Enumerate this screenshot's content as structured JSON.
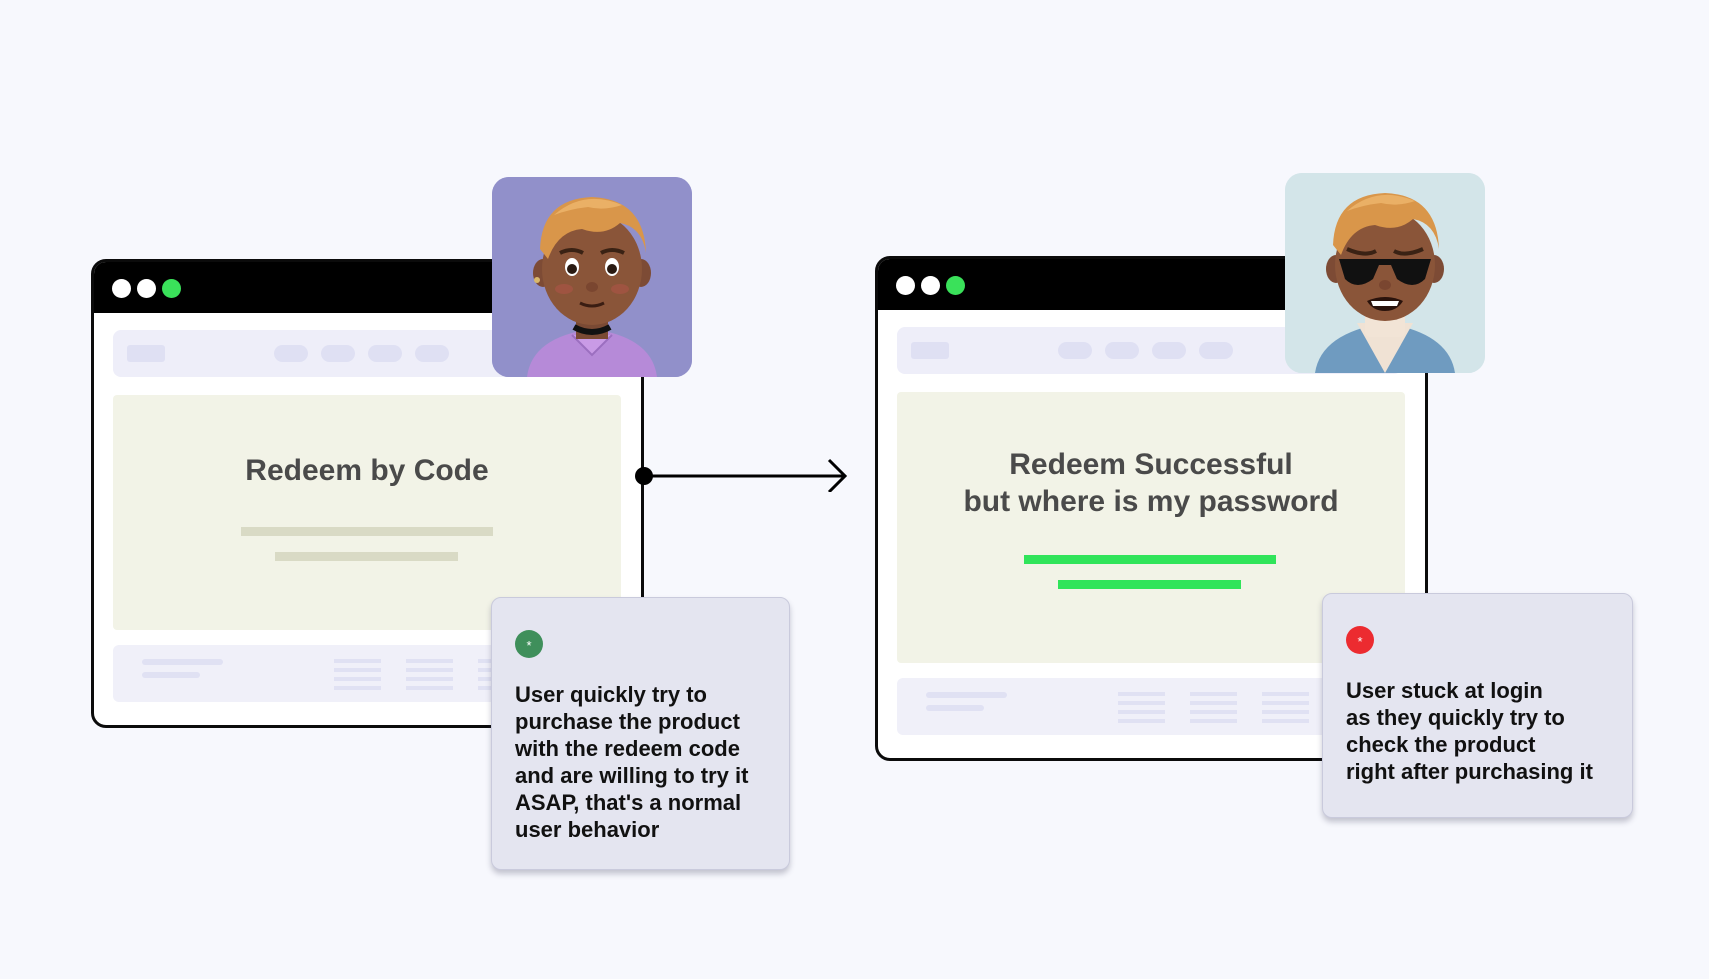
{
  "colors": {
    "background": "#f7f8fd",
    "traffic_light_green": "#3ae15a",
    "success_bar": "#30e45a",
    "neutral_bar": "#d9dac5",
    "badge_green": "#3f8f5b",
    "badge_red": "#ec2b30",
    "avatar1_bg": "#9190ca",
    "avatar2_bg": "#d3e5e9"
  },
  "step1": {
    "hero_title": "Redeem by Code",
    "badge": "*",
    "note": "User quickly try to\npurchase the product\nwith the redeem code\nand are willing to try it\nASAP, that's a normal\nuser behavior",
    "avatar": "smiling-avatar-icon"
  },
  "step2": {
    "hero_title_line1": "Redeem Successful",
    "hero_title_line2": "but where is my password",
    "badge": "*",
    "note": "User stuck at login\nas they quickly try to\ncheck the product\nright after purchasing it",
    "avatar": "worried-avatar-sunglasses-icon"
  },
  "connector": "arrow-right-icon"
}
